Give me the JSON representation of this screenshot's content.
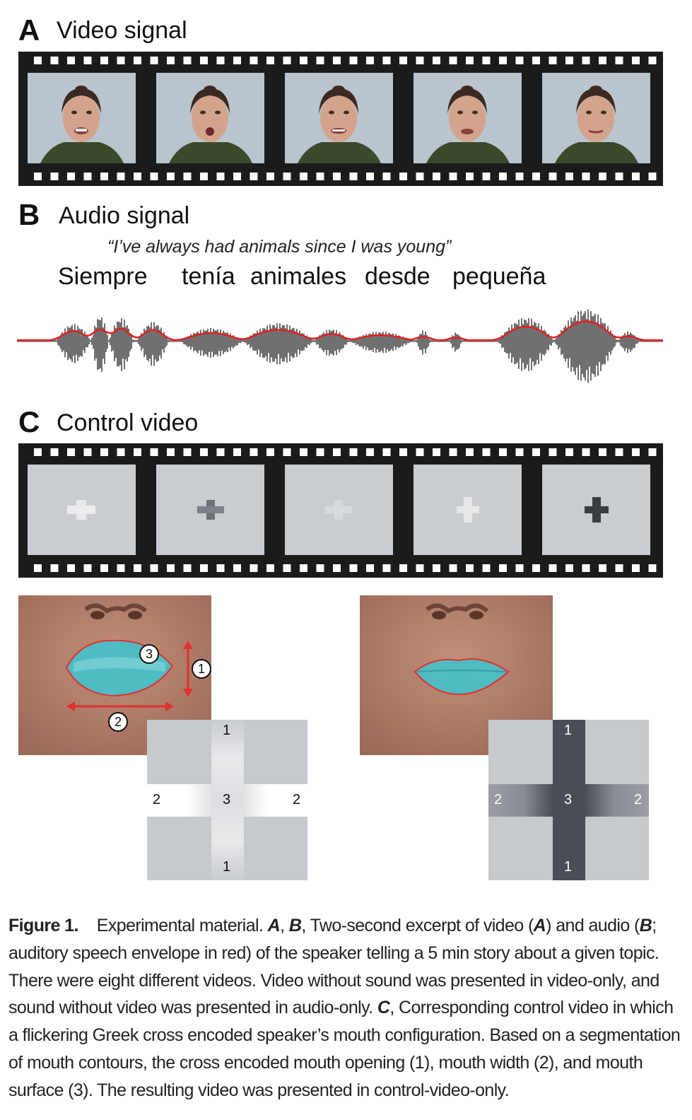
{
  "panel_a": {
    "letter": "A",
    "title": "Video signal"
  },
  "panel_b": {
    "letter": "B",
    "title": "Audio signal",
    "quote": "“I’ve always had animals since I was young”",
    "words": [
      "Siempre",
      "tenía",
      "animales",
      "desde",
      "pequeña"
    ]
  },
  "panel_c": {
    "letter": "C",
    "title": "Control video"
  },
  "colors": {
    "film": "#1b1b1b",
    "sprocket": "#ffffff",
    "envelope": "#e02020",
    "lip_fill": "#4fbcc4",
    "annotation": "#e03030"
  },
  "control_frames": [
    {
      "cross_shade": "light"
    },
    {
      "cross_shade": "mid-dark"
    },
    {
      "cross_shade": "very-light"
    },
    {
      "cross_shade": "light"
    },
    {
      "cross_shade": "dark"
    }
  ],
  "mouth_labels": {
    "opening": "1",
    "width": "2",
    "surface": "3"
  },
  "cross_left": {
    "top": "1",
    "left": "2",
    "center": "3",
    "right": "2",
    "bottom": "1"
  },
  "cross_right": {
    "top": "1",
    "left": "2",
    "center": "3",
    "right": "2",
    "bottom": "1"
  },
  "caption": {
    "label": "Figure 1.",
    "p1": "Experimental material.",
    "ab": "A",
    "comma1": ",",
    "bb": "B",
    "p2": ", Two-second excerpt of video (",
    "a2": "A",
    "p3": ") and audio (",
    "b2": "B",
    "p4": "; auditory speech envelope in red) of the speaker telling a 5 min story about a given topic. There were eight different videos. Video without sound was presented in video-only, and sound without video was presented in audio-only.",
    "c": "C",
    "p5": ", Corresponding control video in which a flickering Greek cross encoded speaker’s mouth configuration. Based on a segmentation of mouth contours, the cross encoded mouth opening (1), mouth width (2), and mouth surface (3). The resulting video was presented in control-video-only."
  }
}
